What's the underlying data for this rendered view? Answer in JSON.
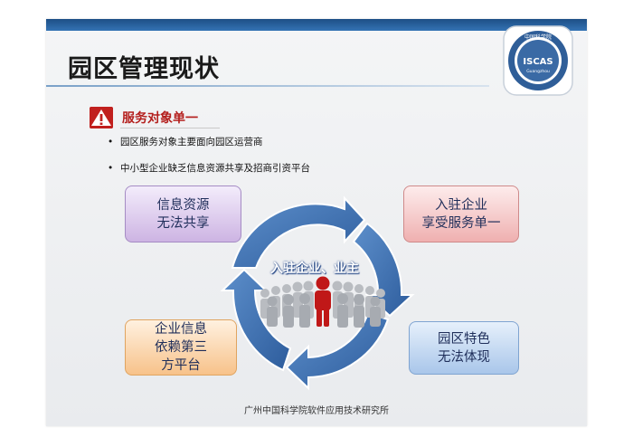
{
  "slide": {
    "title": "园区管理现状",
    "section_title": "服务对象单一",
    "bullets": [
      "园区服务对象主要面向园区运营商",
      "中小型企业缺乏信息资源共享及招商引资平台"
    ],
    "boxes": [
      {
        "line1": "信息资源",
        "line2": "无法共享",
        "line3": ""
      },
      {
        "line1": "入驻企业",
        "line2": "享受服务单一",
        "line3": ""
      },
      {
        "line1": "企业信息",
        "line2": "依赖第三",
        "line3": "方平台"
      },
      {
        "line1": "园区特色",
        "line2": "无法体现",
        "line3": ""
      }
    ],
    "center_label": "入驻企业、业主",
    "footer": "广州中国科学院软件应用技术研究所",
    "logo_text": "ISCAS",
    "logo_small_top": "中国科学院",
    "logo_small_bottom": "Guangzhou"
  },
  "colors": {
    "header_bar": "#2a62a0",
    "arrow_blue": "#3b6fb3",
    "warning_red": "#c1201e",
    "person_red": "#c01818"
  },
  "icons": [
    "warning-icon",
    "iscas-logo",
    "cycle-arrows",
    "people-crowd-icon",
    "leader-person-icon"
  ]
}
